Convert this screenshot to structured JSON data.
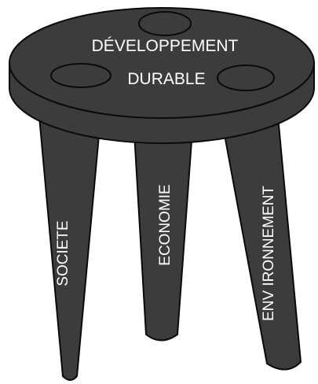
{
  "diagram": {
    "seat_label_line1": "DÉVELOPPEMENT",
    "seat_label_line2": "DURABLE",
    "legs": [
      {
        "label": "SOCIETE"
      },
      {
        "label": "ECONOMIE"
      },
      {
        "label": "ENV IRONNEMENT"
      }
    ]
  },
  "colors": {
    "stool_fill": "#3c3c3c",
    "stool_outline": "#0a0a0a",
    "text": "#ffffff",
    "background": "#ffffff"
  }
}
